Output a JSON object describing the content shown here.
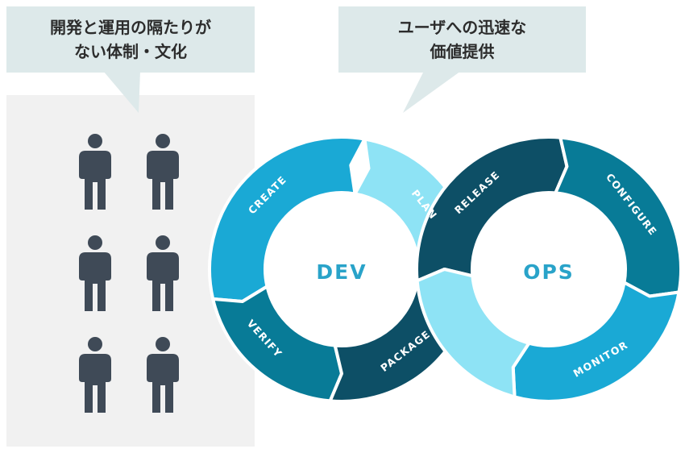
{
  "left_bubble": {
    "line1": "開発と運用の隔たりが",
    "line2": "ない体制・文化"
  },
  "right_bubble": {
    "line1": "ユーザへの迅速な",
    "line2": "価値提供"
  },
  "people_icon": "person-icon",
  "dev_label": "DEV",
  "ops_label": "OPS",
  "segments": {
    "plan": "PLAN",
    "create": "CREATE",
    "verify": "VERIFY",
    "package": "PACKAGE",
    "release": "RELEASE",
    "configure": "CONFIGURE",
    "monitor": "MONITOR"
  },
  "colors": {
    "plan": "#8ee3f5",
    "create": "#1aa9d5",
    "verify": "#087b97",
    "package": "#0d4f66",
    "release": "#0d4f66",
    "configure": "#087b97",
    "monitor": "#1aa9d5",
    "hub_text": "#29a3c9",
    "bubble": "#dde9ea",
    "person": "#3f4a57"
  }
}
